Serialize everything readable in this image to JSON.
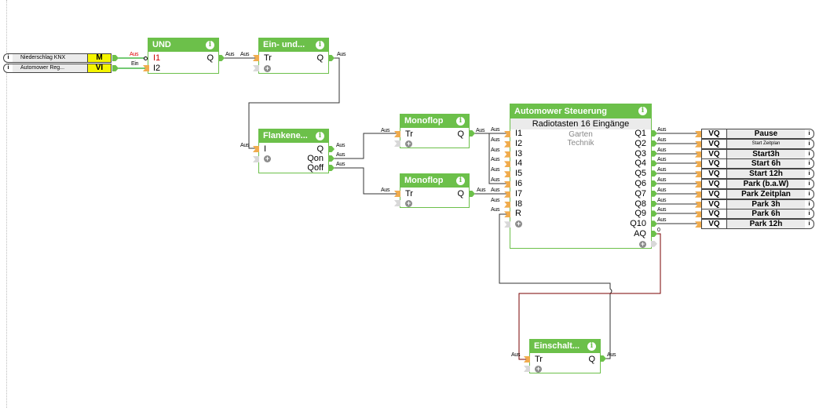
{
  "diagram": {
    "inputs": [
      {
        "name": "Niederschlag KNX",
        "type": "M",
        "wire_label": "Aus"
      },
      {
        "name": "Automower  Reg...",
        "type": "VI",
        "wire_label": "Ein"
      }
    ],
    "blocks": {
      "und": {
        "title": "UND",
        "in": [
          "I1",
          "I2"
        ],
        "out": [
          "Q"
        ]
      },
      "einund": {
        "title": "Ein- und...",
        "in": [
          "Tr"
        ],
        "out": [
          "Q"
        ]
      },
      "flanken": {
        "title": "Flankene...",
        "in": [
          "I"
        ],
        "out": [
          "Q",
          "Qon",
          "Qoff"
        ]
      },
      "monoflop1": {
        "title": "Monoflop",
        "in": [
          "Tr"
        ],
        "out": [
          "Q"
        ]
      },
      "monoflop2": {
        "title": "Monoflop",
        "in": [
          "Tr"
        ],
        "out": [
          "Q"
        ]
      },
      "steuerung": {
        "title": "Automower Steuerung",
        "subtitle": "Radiotasten 16 Eingänge",
        "description": [
          "Garten",
          "Technik"
        ],
        "in": [
          "I1",
          "I2",
          "I3",
          "I4",
          "I5",
          "I6",
          "I7",
          "I8",
          "R"
        ],
        "out": [
          "Q1",
          "Q2",
          "Q3",
          "Q4",
          "Q5",
          "Q6",
          "Q7",
          "Q8",
          "Q9",
          "Q10",
          "AQ"
        ]
      },
      "einschalt": {
        "title": "Einschalt...",
        "in": [
          "Tr"
        ],
        "out": [
          "Q"
        ]
      }
    },
    "outputs": [
      {
        "type": "VQ",
        "name": "Pause"
      },
      {
        "type": "VQ",
        "name": "Start Zeitplan"
      },
      {
        "type": "VQ",
        "name": "Start3h"
      },
      {
        "type": "VQ",
        "name": "Start 6h"
      },
      {
        "type": "VQ",
        "name": "Start 12h"
      },
      {
        "type": "VQ",
        "name": "Park (b.a.W)"
      },
      {
        "type": "VQ",
        "name": "Park Zeitplan"
      },
      {
        "type": "VQ",
        "name": "Park 3h"
      },
      {
        "type": "VQ",
        "name": "Park 6h"
      },
      {
        "type": "VQ",
        "name": "Park 12h"
      }
    ],
    "labels": {
      "aus": "Aus",
      "ein": "Ein",
      "zero": "0",
      "info": "i",
      "plus": "+"
    },
    "colors": {
      "block_header": "#6cc04a",
      "input_port": "#f0ac4e",
      "output_port": "#6cc04a",
      "input_type_bg": "#f5f500",
      "wire": "#333333",
      "analog_wire": "#7a0000",
      "active_wire": "#22aa22"
    }
  }
}
